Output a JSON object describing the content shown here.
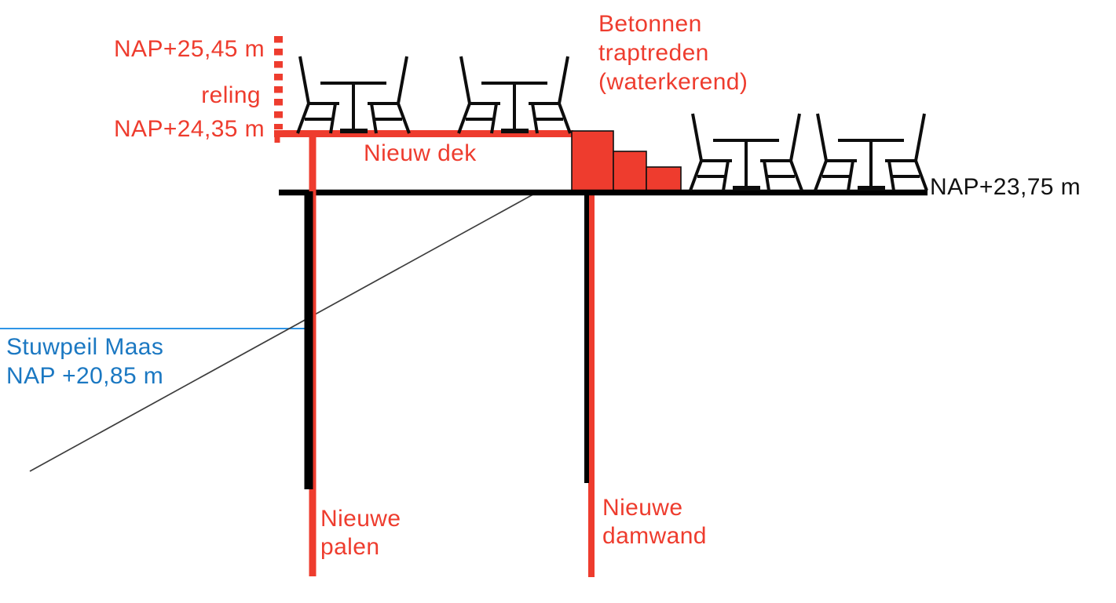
{
  "diagram": {
    "type": "cross-section construction drawing (terrace over quay wall)",
    "colors": {
      "new_construction_red": "#ee3c2e",
      "water_label_blue": "#1b78c2",
      "water_line_blue": "#2e95e6",
      "existing_black": "#000000",
      "slope_line_gray": "#3d3d3d",
      "background": "#ffffff"
    },
    "annotations": {
      "railing_top_level": "NAP+25,45 m",
      "railing": "reling",
      "deck_level": "NAP+24,35 m",
      "steps_label": {
        "lines": [
          "Betonnen",
          "traptreden",
          "(waterkerend)"
        ]
      },
      "deck_label": "Nieuw dek",
      "ground_level": "NAP+23,75 m",
      "water_level": {
        "lines": [
          "Stuwpeil Maas",
          "NAP +20,85 m"
        ]
      },
      "piles_label": {
        "lines": [
          "Nieuwe",
          "palen"
        ]
      },
      "sheet_pile_label": {
        "lines": [
          "Nieuwe",
          "damwand"
        ]
      }
    }
  }
}
